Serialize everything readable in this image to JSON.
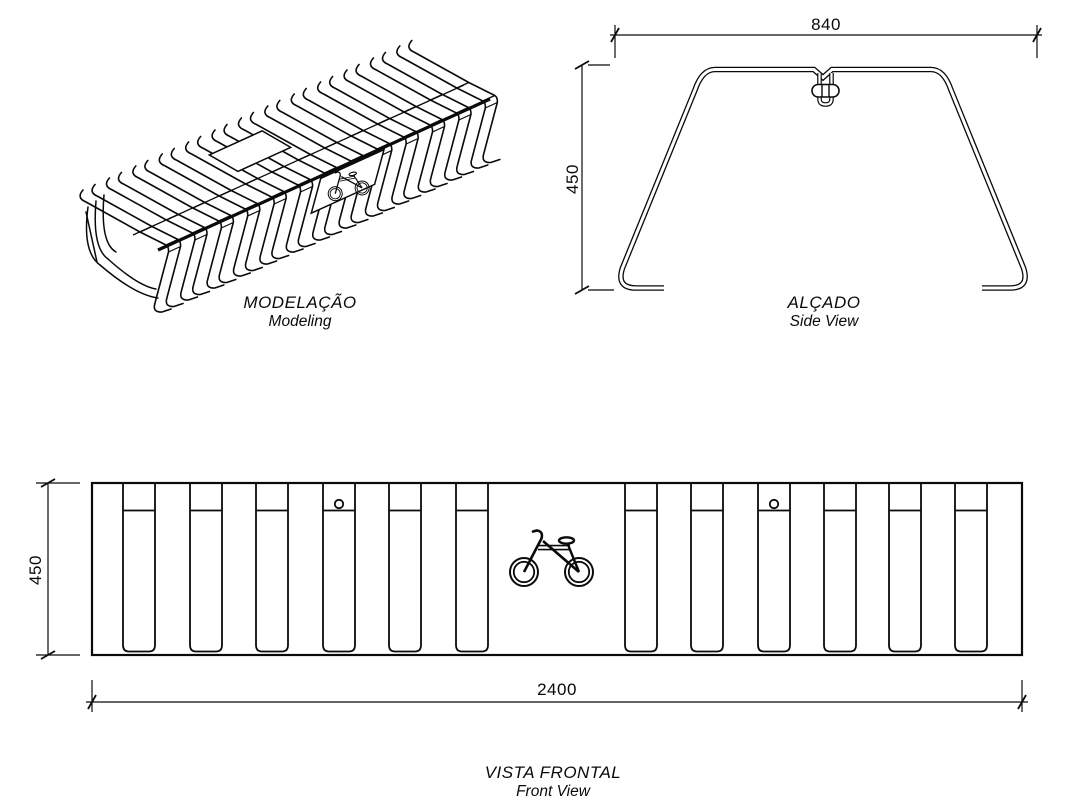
{
  "page": {
    "background": "#ffffff",
    "ink": "#0a0a0a",
    "type": "technical drawing - bicycle parking rack, three views"
  },
  "views": {
    "modeling": {
      "label_pt": "MODELAÇÃO",
      "label_en": "Modeling"
    },
    "side_view": {
      "label_pt": "ALÇADO",
      "label_en": "Side View",
      "dim_width": "840",
      "dim_height": "450"
    },
    "front_view": {
      "label_pt": "VISTA FRONTAL",
      "label_en": "Front View",
      "dim_width": "2400",
      "dim_height": "450",
      "slat_count": 12,
      "hole_slats": [
        4,
        9
      ]
    }
  },
  "icons": {
    "bicycle": "bicycle-icon"
  }
}
